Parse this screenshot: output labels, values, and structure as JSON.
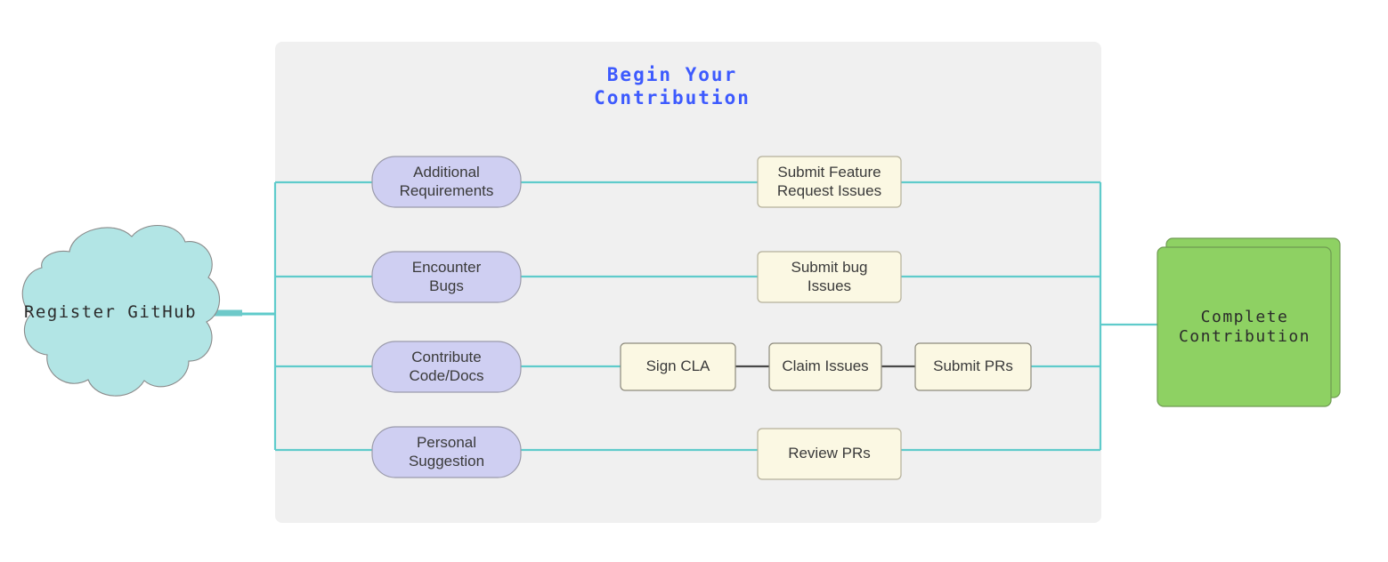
{
  "diagram": {
    "type": "flowchart",
    "title": "Begin Your Contribution",
    "title_line1": "Begin Your",
    "title_line2": "Contribution",
    "title_color": "#3d5afe",
    "panel_bg": "#f0f0f0",
    "canvas_bg": "#ffffff"
  },
  "start": {
    "shape": "cloud",
    "label": "Register GitHub",
    "fill": "#b2e5e5",
    "stroke": "#8a8a8a"
  },
  "end": {
    "shape": "stacked-rectangle",
    "label_line1": "Complete",
    "label_line2": "Contribution",
    "label": "Complete Contribution",
    "fill": "#8ed163",
    "stroke": "#6f9b52"
  },
  "branches": [
    {
      "label_line1": "Additional",
      "label_line2": "Requirements",
      "label": "Additional Requirements"
    },
    {
      "label_line1": "Encounter",
      "label_line2": "Bugs",
      "label": "Encounter Bugs"
    },
    {
      "label_line1": "Contribute",
      "label_line2": "Code/Docs",
      "label": "Contribute Code/Docs"
    },
    {
      "label_line1": "Personal",
      "label_line2": "Suggestion",
      "label": "Personal Suggestion"
    }
  ],
  "branch_style": {
    "fill": "#cfcff2",
    "stroke": "#9b9bab"
  },
  "actions": [
    {
      "label_line1": "Submit Feature",
      "label_line2": "Request Issues",
      "label": "Submit Feature Request Issues"
    },
    {
      "label_line1": "Submit bug",
      "label_line2": "Issues",
      "label": "Submit bug Issues"
    },
    {
      "label_line1": "Review PRs",
      "label_line2": "",
      "label": "Review PRs"
    }
  ],
  "action_style": {
    "fill": "#fbf8e3",
    "stroke": "#b5b09a"
  },
  "steps": [
    {
      "label": "Sign CLA"
    },
    {
      "label": "Claim Issues"
    },
    {
      "label": "Submit PRs"
    }
  ],
  "connectors": {
    "bus_color": "#5fcbcb",
    "chain_color": "#494949"
  }
}
